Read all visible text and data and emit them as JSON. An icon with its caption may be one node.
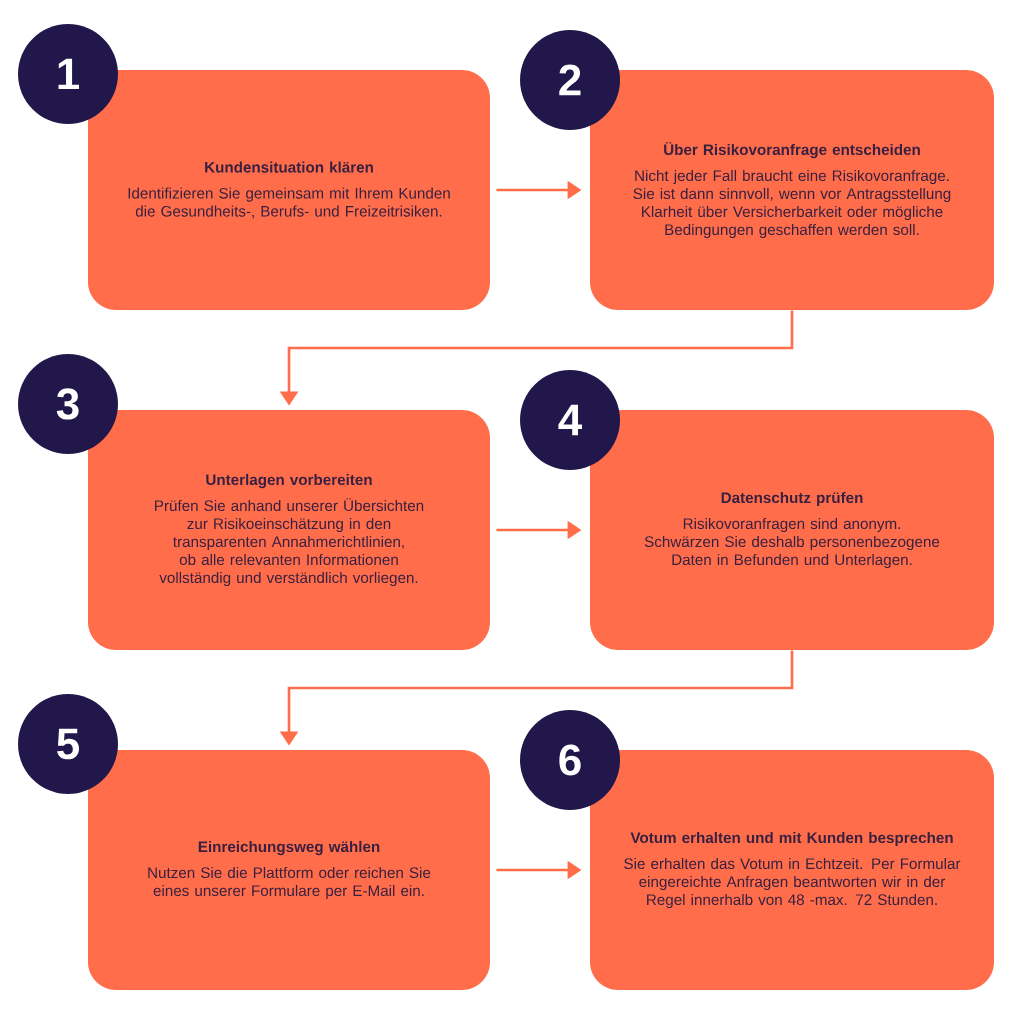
{
  "diagram": {
    "nodes": [
      {
        "text": [
          "1"
        ]
      },
      {
        "text": [
          "Kundensituation klären",
          "Identifizieren Sie gemeinsam mit Ihrem Kunden die Gesundheits-, Berufs- und Freizeitrisiken."
        ]
      },
      {
        "text": [
          "2"
        ]
      },
      {
        "text": [
          "Über Risikovoranfrage entscheiden",
          "Nicht jeder Fall braucht eine Risikovoranfrage. Sie ist dann sinnvoll, wenn vor Antragsstellung Klarheit über Versicherbarkeit oder mögliche Bedingungen geschaffen werden soll."
        ]
      },
      {
        "text": [
          "3"
        ]
      },
      {
        "text": [
          "Unterlagen vorbereiten",
          "Prüfen Sie anhand unserer Übersichten zur Risikoeinschätzung in den transparenten Annahmerichtlinien, ob alle relevanten Informationen vollständig und verständlich vorliegen."
        ]
      },
      {
        "text": [
          "4"
        ]
      },
      {
        "text": [
          "Datenschutz prüfen",
          "Risikovoranfragen sind anonym. Schwärzen Sie deshalb personenbezogene Daten in Befunden und Unterlagen."
        ]
      },
      {
        "text": [
          "5"
        ]
      },
      {
        "text": [
          "Einreichungsweg wählen",
          "Nutzen Sie die Plattform oder reichen Sie eines unserer Formulare per E-Mail ein."
        ]
      },
      {
        "text": [
          "6"
        ]
      },
      {
        "text": [
          "Votum erhalten und mit Kunden besprechen",
          "Sie erhalten das Votum in Echtzeit. Per Formular eingereichte Anfragen beantworten wir in der Regel innerhalb von 48 -max. 72 Stunden."
        ]
      }
    ],
    "edges": [
      {
        "from": 1,
        "to": 3,
        "arrow": "to"
      },
      {
        "from": 3,
        "to": 5,
        "arrow": "to"
      },
      {
        "from": 5,
        "to": 7,
        "arrow": "to"
      },
      {
        "from": 7,
        "to": 9,
        "arrow": "to"
      },
      {
        "from": 9,
        "to": 11,
        "arrow": "to"
      }
    ]
  }
}
